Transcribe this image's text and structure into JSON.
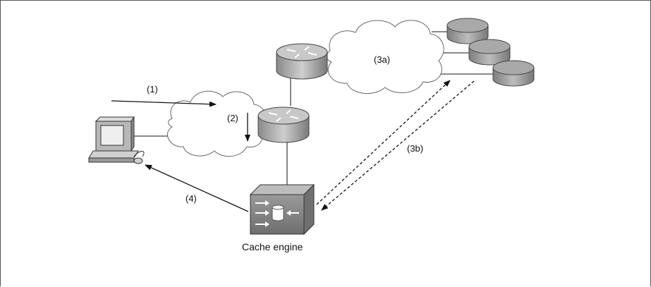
{
  "diagram": {
    "step_labels": {
      "step1": "(1)",
      "step2": "(2)",
      "step3a": "(3a)",
      "step3b": "(3b)",
      "step4": "(4)"
    },
    "cache_engine_caption": "Cache engine"
  }
}
